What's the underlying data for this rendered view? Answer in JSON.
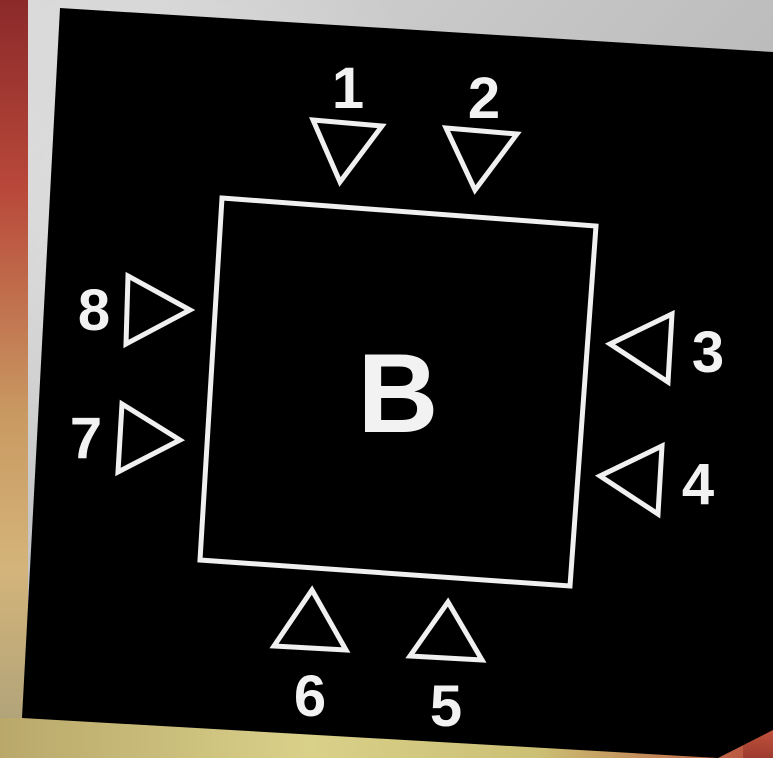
{
  "center_label": "B",
  "markers": [
    {
      "label": "1",
      "pointing": "down"
    },
    {
      "label": "2",
      "pointing": "down"
    },
    {
      "label": "3",
      "pointing": "left"
    },
    {
      "label": "4",
      "pointing": "left"
    },
    {
      "label": "5",
      "pointing": "up"
    },
    {
      "label": "6",
      "pointing": "up"
    },
    {
      "label": "7",
      "pointing": "right"
    },
    {
      "label": "8",
      "pointing": "right"
    }
  ],
  "colors": {
    "board": "#000000",
    "lines": "#ffffff",
    "text": "#f2f2f2"
  }
}
